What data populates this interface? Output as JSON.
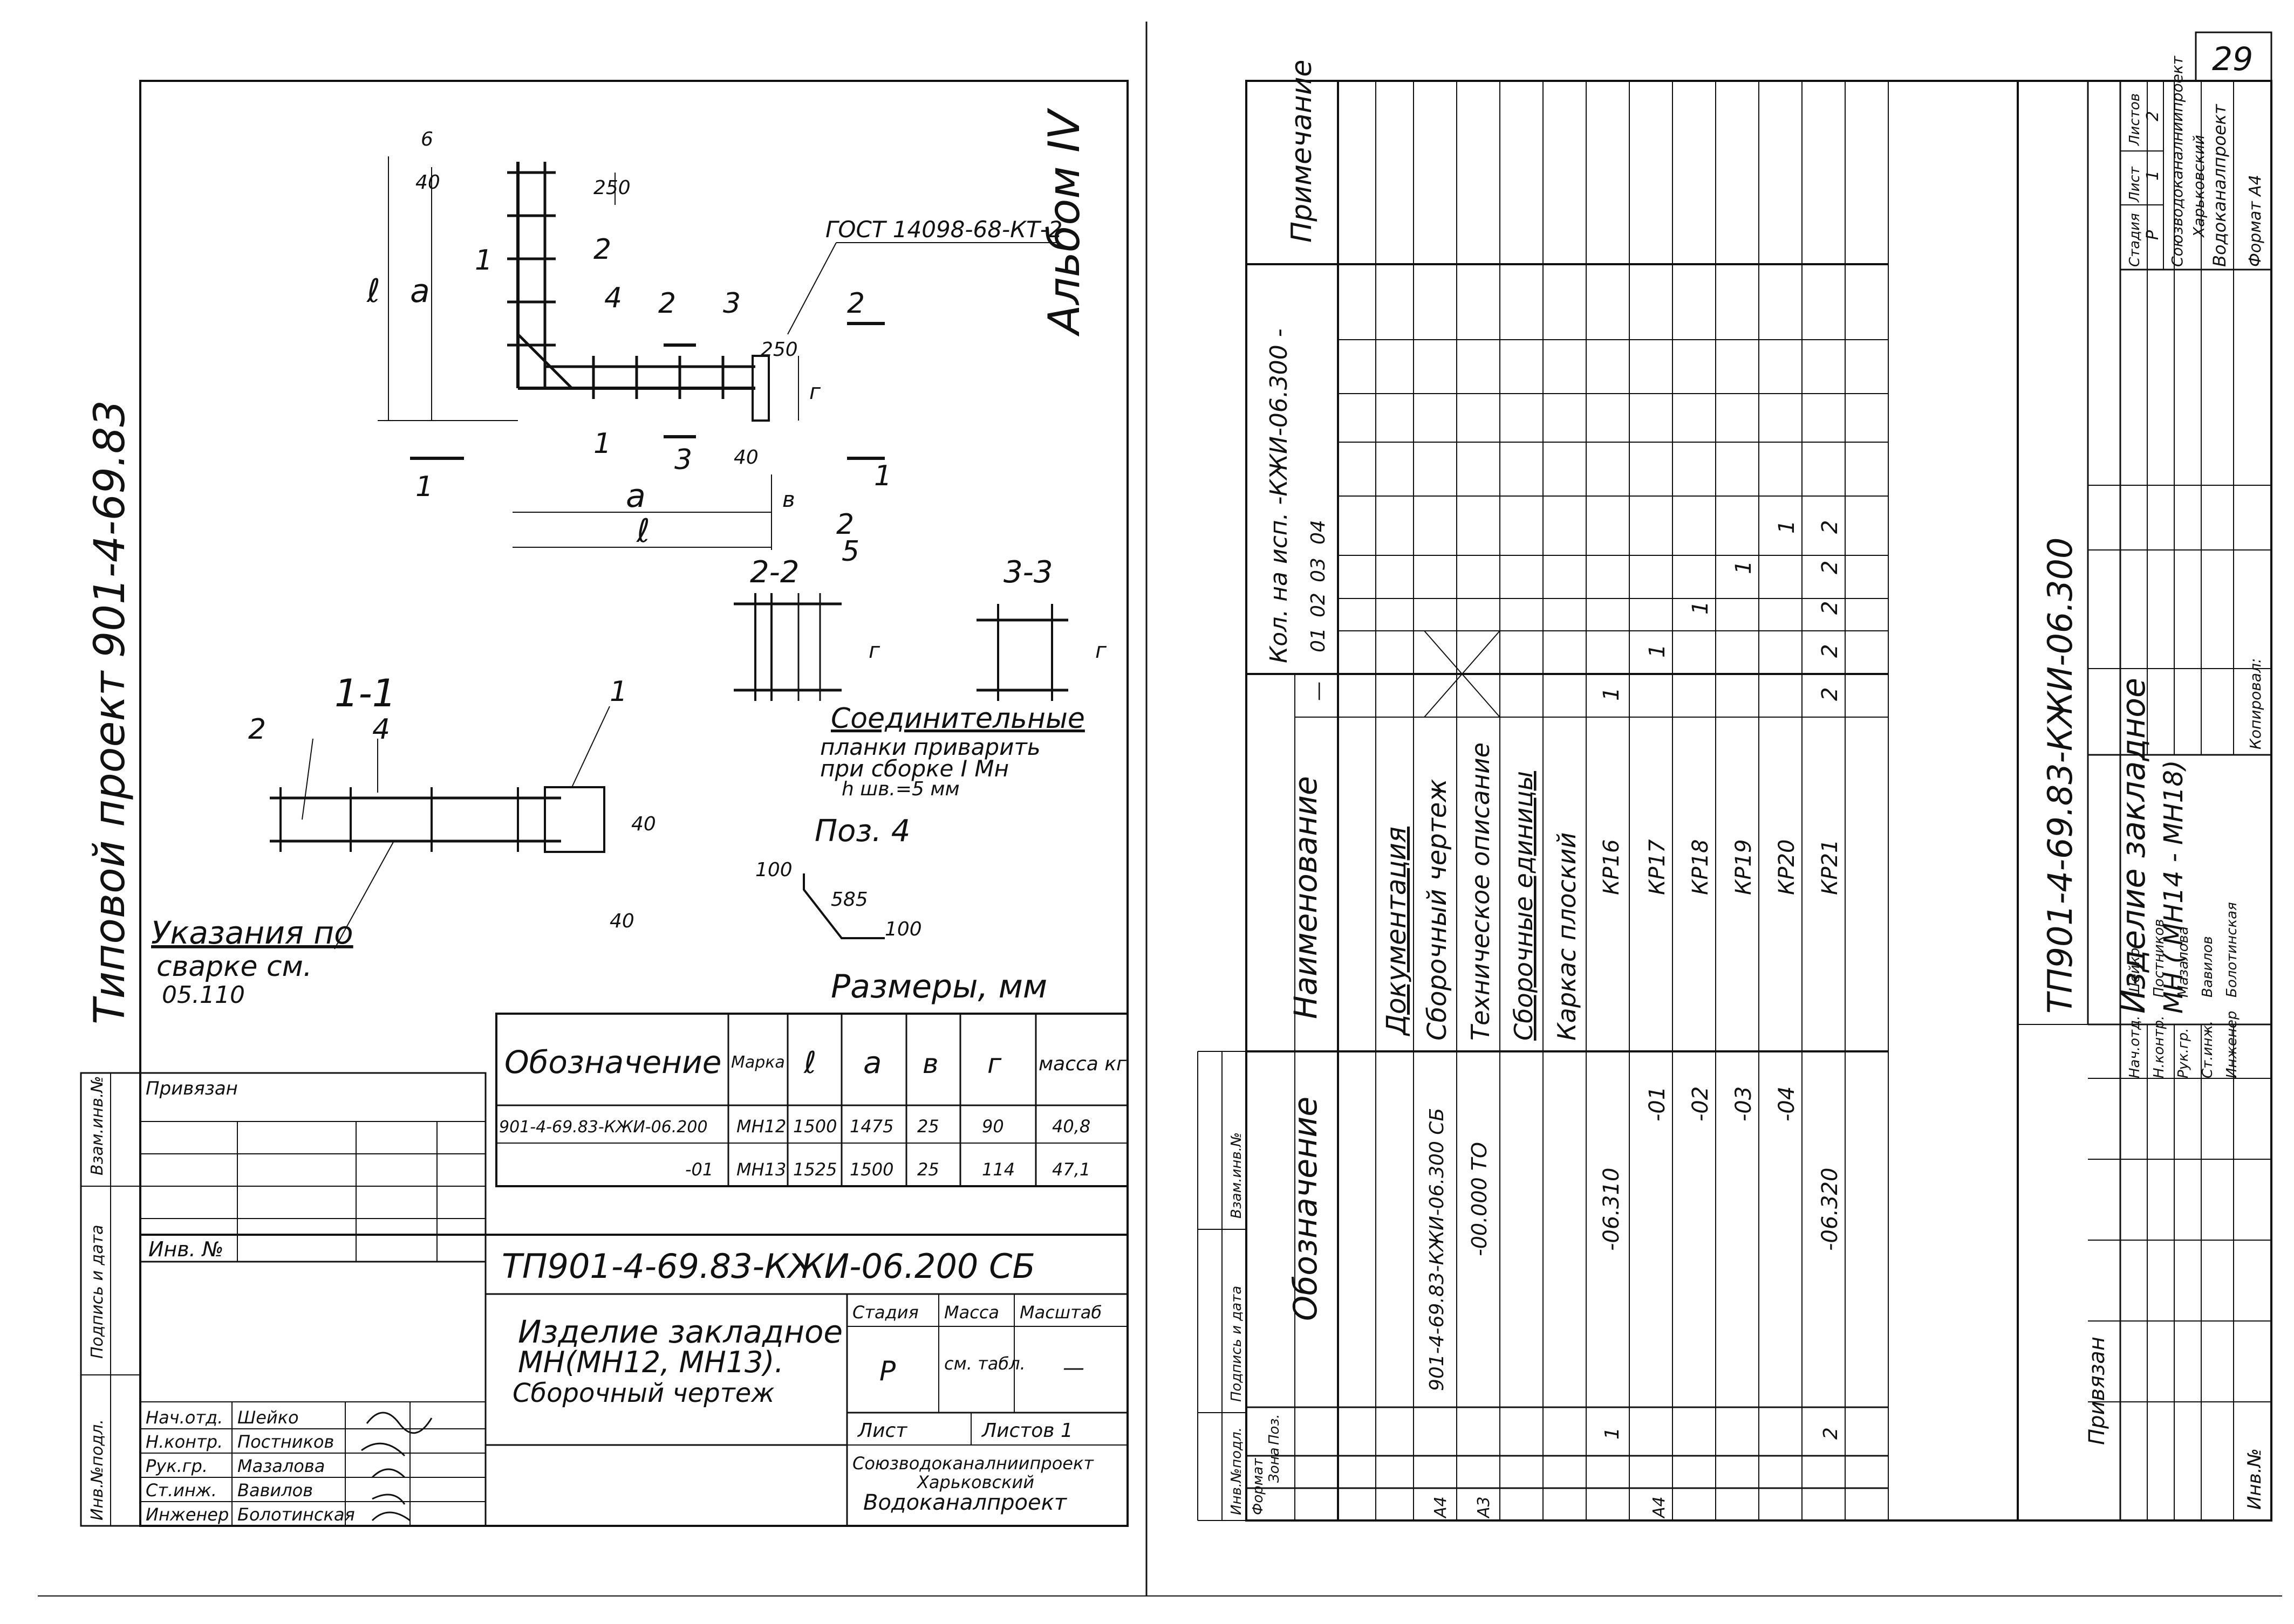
{
  "left": {
    "album": "Альбом IV",
    "project": "Типовой  проект  901-4-69.83",
    "drawing": {
      "callouts": [
        "1",
        "2",
        "4",
        "2",
        "3",
        "1",
        "3",
        "5"
      ],
      "dims": {
        "a": "a",
        "l": "ℓ",
        "b": "в",
        "r": "г",
        "d40": "40",
        "d250": "250",
        "d40b": "40",
        "d250b": "250",
        "d40c": "40",
        "d40d": "40",
        "d6": "6"
      },
      "gost": "ГОСТ 14098-68-КТ-2",
      "section_1": "1-1",
      "section_2": "2-2",
      "section_3": "3-3",
      "connect_note": [
        "Соединительные",
        "планки приварить",
        "при сборке I Мн",
        "h шв.=5 мм"
      ],
      "pos4": {
        "title": "Поз. 4",
        "d100a": "100",
        "d585": "585",
        "d100b": "100"
      },
      "weld_note": [
        "Указания по",
        "сварке см.",
        "05.110"
      ],
      "sizes_note": "Размеры, мм"
    },
    "table": {
      "headers": [
        "Обозначение",
        "Марка",
        "ℓ",
        "а",
        "в",
        "г",
        "масса кг"
      ],
      "rows": [
        [
          "901-4-69.83-КЖИ-06.200",
          "МН12",
          "1500",
          "1475",
          "25",
          "90",
          "40,8"
        ],
        [
          "-01",
          "МН13",
          "1525",
          "1500",
          "25",
          "114",
          "47,1"
        ]
      ]
    },
    "side_labels": [
      "Взам.инв.№",
      "Подпись и дата",
      "Инв.№подл."
    ],
    "privyazan": "Привязан",
    "inv_no": "Инв. №",
    "code": "ТП901-4-69.83-КЖИ-06.200 СБ",
    "title": [
      "Изделие закладное",
      "МН(МН12, МН13).",
      "Сборочный чертеж"
    ],
    "stamp": {
      "stage_h": "Стадия",
      "mass_h": "Масса",
      "scale_h": "Масштаб",
      "stage": "Р",
      "mass": "см. табл.",
      "scale": "—",
      "sheet": "Лист",
      "sheets": "Листов 1",
      "org": [
        "Союзводоканалниипроект",
        "Харьковский",
        "Водоканалпроект"
      ],
      "people": [
        [
          "Нач.отд.",
          "Шейко"
        ],
        [
          "Н.контр.",
          "Постников"
        ],
        [
          "Рук.гр.",
          "Мазалова"
        ],
        [
          "Ст.инж.",
          "Вавилов"
        ],
        [
          "Инженер",
          "Болотинская"
        ]
      ]
    }
  },
  "right": {
    "page_no": "29",
    "spec_headers": {
      "format": "Формат",
      "zone": "Зона",
      "pos": "Поз.",
      "designation": "Обозначение",
      "name": "Наименование",
      "qty": "Кол. на исп. -КЖИ-06.300 -",
      "note": "Примечание"
    },
    "qty_cols": [
      "—",
      "01",
      "02",
      "03",
      "04"
    ],
    "rows": [
      {
        "fmt": "",
        "zone": "",
        "pos": "",
        "des": "",
        "name": "Документация",
        "q": [
          "",
          "",
          "",
          "",
          ""
        ]
      },
      {
        "fmt": "А4",
        "zone": "",
        "pos": "",
        "des": "901-4-69.83-КЖИ-06.300 СБ",
        "name": "Сборочный чертеж",
        "q": [
          "",
          "",
          "",
          "",
          ""
        ]
      },
      {
        "fmt": "А3",
        "zone": "",
        "pos": "",
        "des": "-00.000 ТО",
        "name": "Техническое описание",
        "q": [
          "",
          "",
          "",
          "",
          ""
        ]
      },
      {
        "fmt": "",
        "zone": "",
        "pos": "",
        "des": "",
        "name": "Сборочные единицы",
        "q": [
          "",
          "",
          "",
          "",
          ""
        ]
      },
      {
        "fmt": "",
        "zone": "",
        "pos": "",
        "des": "",
        "name": "Каркас плоский",
        "q": [
          "",
          "",
          "",
          "",
          ""
        ]
      },
      {
        "fmt": "А4",
        "zone": "",
        "pos": "1",
        "des": "-06.310",
        "name": "КР16",
        "q": [
          "1",
          "",
          "",
          "",
          ""
        ]
      },
      {
        "fmt": "",
        "zone": "",
        "pos": "",
        "des": "-01",
        "name": "КР17",
        "q": [
          "",
          "1",
          "",
          "",
          ""
        ]
      },
      {
        "fmt": "",
        "zone": "",
        "pos": "",
        "des": "-02",
        "name": "КР18",
        "q": [
          "",
          "",
          "1",
          "",
          ""
        ]
      },
      {
        "fmt": "",
        "zone": "",
        "pos": "",
        "des": "-03",
        "name": "КР19",
        "q": [
          "",
          "",
          "",
          "1",
          ""
        ]
      },
      {
        "fmt": "",
        "zone": "",
        "pos": "",
        "des": "-04",
        "name": "КР20",
        "q": [
          "",
          "",
          "",
          "",
          "1"
        ]
      },
      {
        "fmt": "",
        "zone": "",
        "pos": "2",
        "des": "-06.320",
        "name": "КР21",
        "q": [
          "2",
          "2",
          "2",
          "2",
          "2"
        ]
      }
    ],
    "side_labels": [
      "Инв.№подл.",
      "Подпись и дата",
      "Взам.инв.№"
    ],
    "code": "ТП901-4-69.83-КЖИ-06.300",
    "title": [
      "Изделие закладное",
      "МН ( МН14 - МН18)"
    ],
    "stamp": {
      "stage_h": "Стадия",
      "sheet_h": "Лист",
      "sheets_h": "Листов",
      "stage": "Р",
      "sheet": "1",
      "sheets": "2",
      "org": [
        "Союзводоканалниипроект",
        "Харьковский",
        "Водоканалпроект"
      ],
      "people": [
        [
          "Нач.отд.",
          "Шейко"
        ],
        [
          "Н.контр.",
          "Постников"
        ],
        [
          "Рук.гр.",
          "Мазалова"
        ],
        [
          "Ст.инж.",
          "Вавилов"
        ],
        [
          "Инженер",
          "Болотинская"
        ]
      ]
    },
    "privyazan": "Привязан",
    "inv_no": "Инв.№",
    "copied": "Копировал:",
    "format": "Формат А4"
  }
}
